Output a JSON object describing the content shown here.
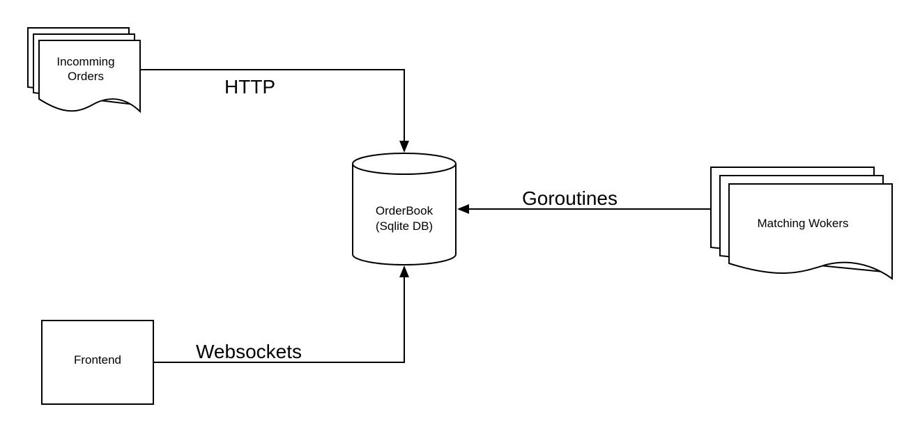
{
  "nodes": {
    "incoming_orders": {
      "label_line1": "Incomming",
      "label_line2": "Orders",
      "shape": "multi-document"
    },
    "orderbook": {
      "label_line1": "OrderBook",
      "label_line2": "(Sqlite DB)",
      "shape": "cylinder"
    },
    "matching_workers": {
      "label": "Matching Wokers",
      "shape": "multi-document"
    },
    "frontend": {
      "label": "Frontend",
      "shape": "rectangle"
    }
  },
  "edges": {
    "http": {
      "label": "HTTP",
      "from": "incoming_orders",
      "to": "orderbook"
    },
    "goroutines": {
      "label": "Goroutines",
      "from": "matching_workers",
      "to": "orderbook"
    },
    "websockets": {
      "label": "Websockets",
      "from": "frontend",
      "to": "orderbook"
    }
  },
  "colors": {
    "stroke": "#000000",
    "fill": "#ffffff",
    "text": "#000000"
  }
}
